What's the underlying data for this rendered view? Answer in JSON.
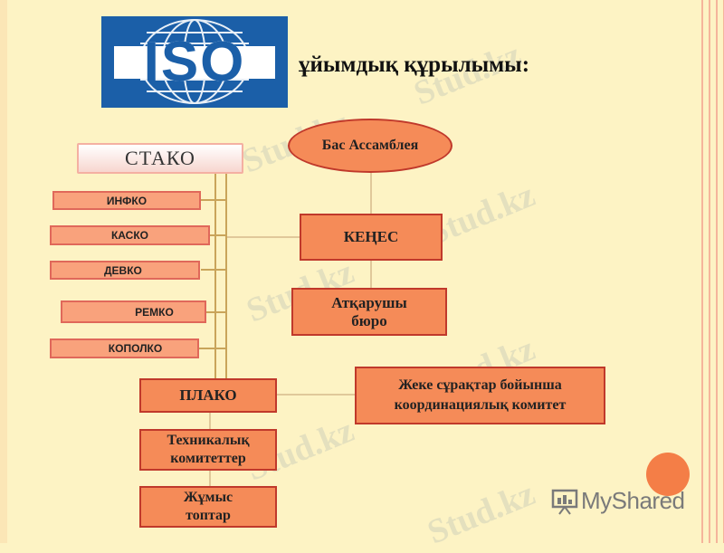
{
  "title": "ұйымдық құрылымы:",
  "logo_text": "ISO",
  "watermark_text": "Stud.kz",
  "nodes": {
    "assembly": "Бас Ассамблея",
    "council": "КЕҢЕС",
    "bureau_line1": "Атқарушы",
    "bureau_line2": "бюро",
    "stako": "СТАКО",
    "infko": "ИНФКО",
    "kasko": "КАСКО",
    "devko": "ДЕВКО",
    "remko": "РЕМКО",
    "kopolko": "КОПОЛКО",
    "plako": "ПЛАКО",
    "coord_line1": "Жеке сұрақтар бойынша",
    "coord_line2": "координациялық комитет",
    "tech_line1": "Техникалық",
    "tech_line2": "комитеттер",
    "groups_line1": "Жұмыс",
    "groups_line2": "топтар"
  },
  "branding": {
    "myshared": "MyShared"
  },
  "colors": {
    "box_fill": "#f58b58",
    "box_border": "#c0392b",
    "logo_blue": "#1b5fa8",
    "background": "#fdf3c4"
  }
}
